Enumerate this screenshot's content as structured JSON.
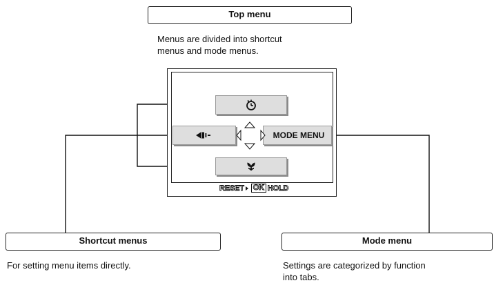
{
  "top_menu": {
    "title": "Top menu",
    "description_line1": "Menus are divided into shortcut",
    "description_line2": "menus and mode menus."
  },
  "shortcut_menus": {
    "title": "Shortcut menus",
    "description": "For setting menu items directly."
  },
  "mode_menu": {
    "title": "Mode menu",
    "description_line1": "Settings are categorized by function",
    "description_line2": "into tabs."
  },
  "screen": {
    "top_button_icon": "self-timer-icon",
    "left_button_icon": "flash-icon",
    "bottom_button_icon": "macro-flower-icon",
    "mode_button_label": "MODE MENU",
    "status": {
      "reset": "RESET",
      "ok": "OK",
      "hold": "HOLD"
    }
  }
}
